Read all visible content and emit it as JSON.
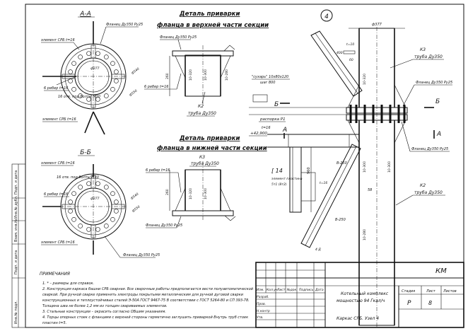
{
  "sections": {
    "aa_title": "А-А",
    "bb_title": "Б-Б"
  },
  "detail_upper": {
    "line1": "Деталь приварки",
    "line2": "фланца в верхней части секции"
  },
  "detail_lower": {
    "line1": "Деталь приварки",
    "line2": "фланца в нижней части секции"
  },
  "aa_labels": {
    "element": "элемент СРБ t=16",
    "flange": "Фланец Ду350 Ру25",
    "rib": "6 ребер t=16",
    "holes": "16 отв. под болты М30",
    "d377": "ф377",
    "d540": "ф540",
    "d550": "ф550"
  },
  "bb_labels": {
    "element_top": "элемент СРБ t=16",
    "holes": "16 отв. под болты М30",
    "rib": "6 ребер t=16",
    "element_bot": "элемент СРБ t=16",
    "flange": "Фланец Ду350 Ру25",
    "d540": "ф540",
    "d550": "ф550",
    "d377": "ф377"
  },
  "upper_labels": {
    "flange": "Фланец Ду350 Ру25",
    "rib": "6 ребер t=16",
    "pipe_k2": "К2",
    "pipe": "труба Ду350",
    "dim260": "260",
    "dim1": "10-320",
    "dim2": "10-300",
    "dim3": "10-280"
  },
  "lower_labels": {
    "rib": "6 ребер t=16",
    "pipe_k3": "К3",
    "pipe": "труба Ду350",
    "flange": "Фланец Ду350 Ру25",
    "dim260": "260",
    "dim1": "10-320",
    "dim2": "10-300"
  },
  "main_view": {
    "circle_num": "4",
    "d377": "ф377",
    "dim400": "400",
    "dim60": "60",
    "dim_t10": "t=10",
    "k3": "К3",
    "pipe_top": "труба Ду350",
    "flange_top": "Фланец Ду350 Ру25",
    "cap": "\"сухарь\" 10х80х120",
    "cap2": "шаг 800",
    "b_label": "Б",
    "spacer": "распорка Р1",
    "spacer_size": "t=16",
    "level": "+42,900",
    "a_label": "А",
    "flange_mid": "Фланец Ду350 Ру25",
    "c14": "[ 14",
    "plate": "элемент пластина",
    "plate2": "5т1 (8т2)",
    "dim960": "960",
    "dim_b250": "В-250",
    "dim_b250b": "В-250",
    "dim58": "58",
    "dim300": "10-300",
    "dim320": "10-320",
    "dim280": "10-280",
    "k2": "К2",
    "pipe_bot": "труба Ду350",
    "t16": "t=16",
    "dim4l": "4 Д",
    "dim340": "10-300"
  },
  "notes": {
    "heading": "ПРИМЕЧАНИЯ",
    "n1": "1. * – размеры для справок.",
    "n2": "2. Конструкция каркаса башни СРБ сварная. Все сварочные работы предполагается вести полуавтоматической",
    "n3": "сваркой. При ручной сварке применять электроды покрытыми металлическим для ручной дуговой сварки",
    "n4": "конструкционных и теплоустойчивых сталей Э-50А ГОСТ 9467-75 В соответствии с ГОСТ 5264-80 и СП 393-78.",
    "n5": "Толщина шва не более 1,2 мм из толщин свариваемых элементов.",
    "n6": "3. Стальные конструкции – окрасить согласно ОВшим указаниям.",
    "n7": "4. Торцы опорных стоек с фланцами с верхней стороны герметично заглушить приваркой Внутрь труб стоек",
    "n8": "пластин t=5."
  },
  "stamp": {
    "code": "КМ",
    "h_izm": "Изм.",
    "h_kol": "Кол.уч",
    "h_list": "Лист",
    "h_dok": "№док.",
    "h_podp": "Подпись",
    "h_data": "Дата",
    "r1": "Разраб.",
    "r2": "Пров.",
    "r3": "Н.контр",
    "r4": "Утв.",
    "object1": "Котельный комплекс",
    "object2": "мощностью 94 Гкал/ч",
    "title": "Каркас СРБ. Узел 4",
    "st_h": "Стадия",
    "sheet_h": "Лист",
    "sheets_h": "Листов",
    "stage": "Р",
    "sheet": "8",
    "sheets": ""
  },
  "side_stamp": {
    "s1": "Подп. и дата",
    "s2": "Инв.№ дубл.",
    "s3": "Взам. инв.№",
    "s4": "Подп. и дата",
    "s5": "Инв.№ подл."
  }
}
